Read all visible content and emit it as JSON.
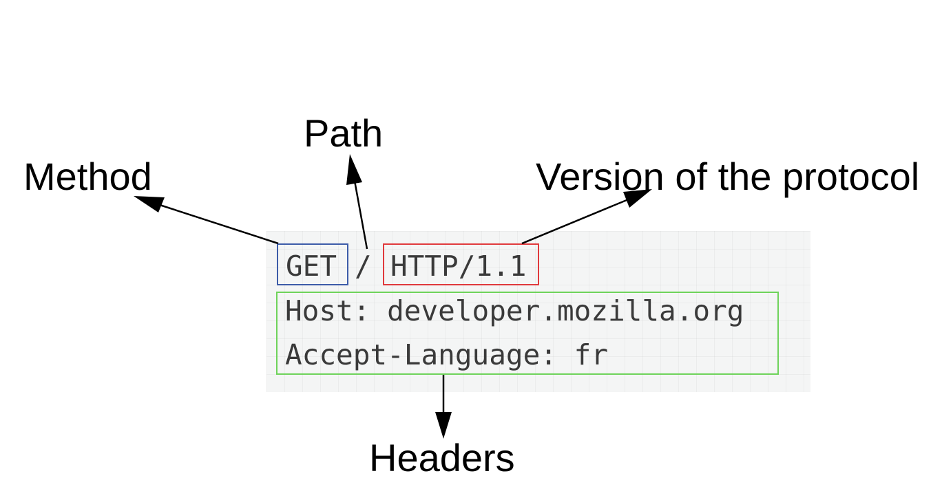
{
  "labels": {
    "method": "Method",
    "path": "Path",
    "version": "Version of the protocol",
    "headers": "Headers"
  },
  "request": {
    "method": "GET",
    "path": "/",
    "version": "HTTP/1.1",
    "headers": [
      "Host: developer.mozilla.org",
      "Accept-Language: fr"
    ]
  },
  "colors": {
    "method_box": "#3c5ba8",
    "version_box": "#e0393c",
    "headers_box": "#6ed35a",
    "arrow": "#000000",
    "code_text": "#3a3a3a",
    "panel_background": "#f4f5f5"
  }
}
